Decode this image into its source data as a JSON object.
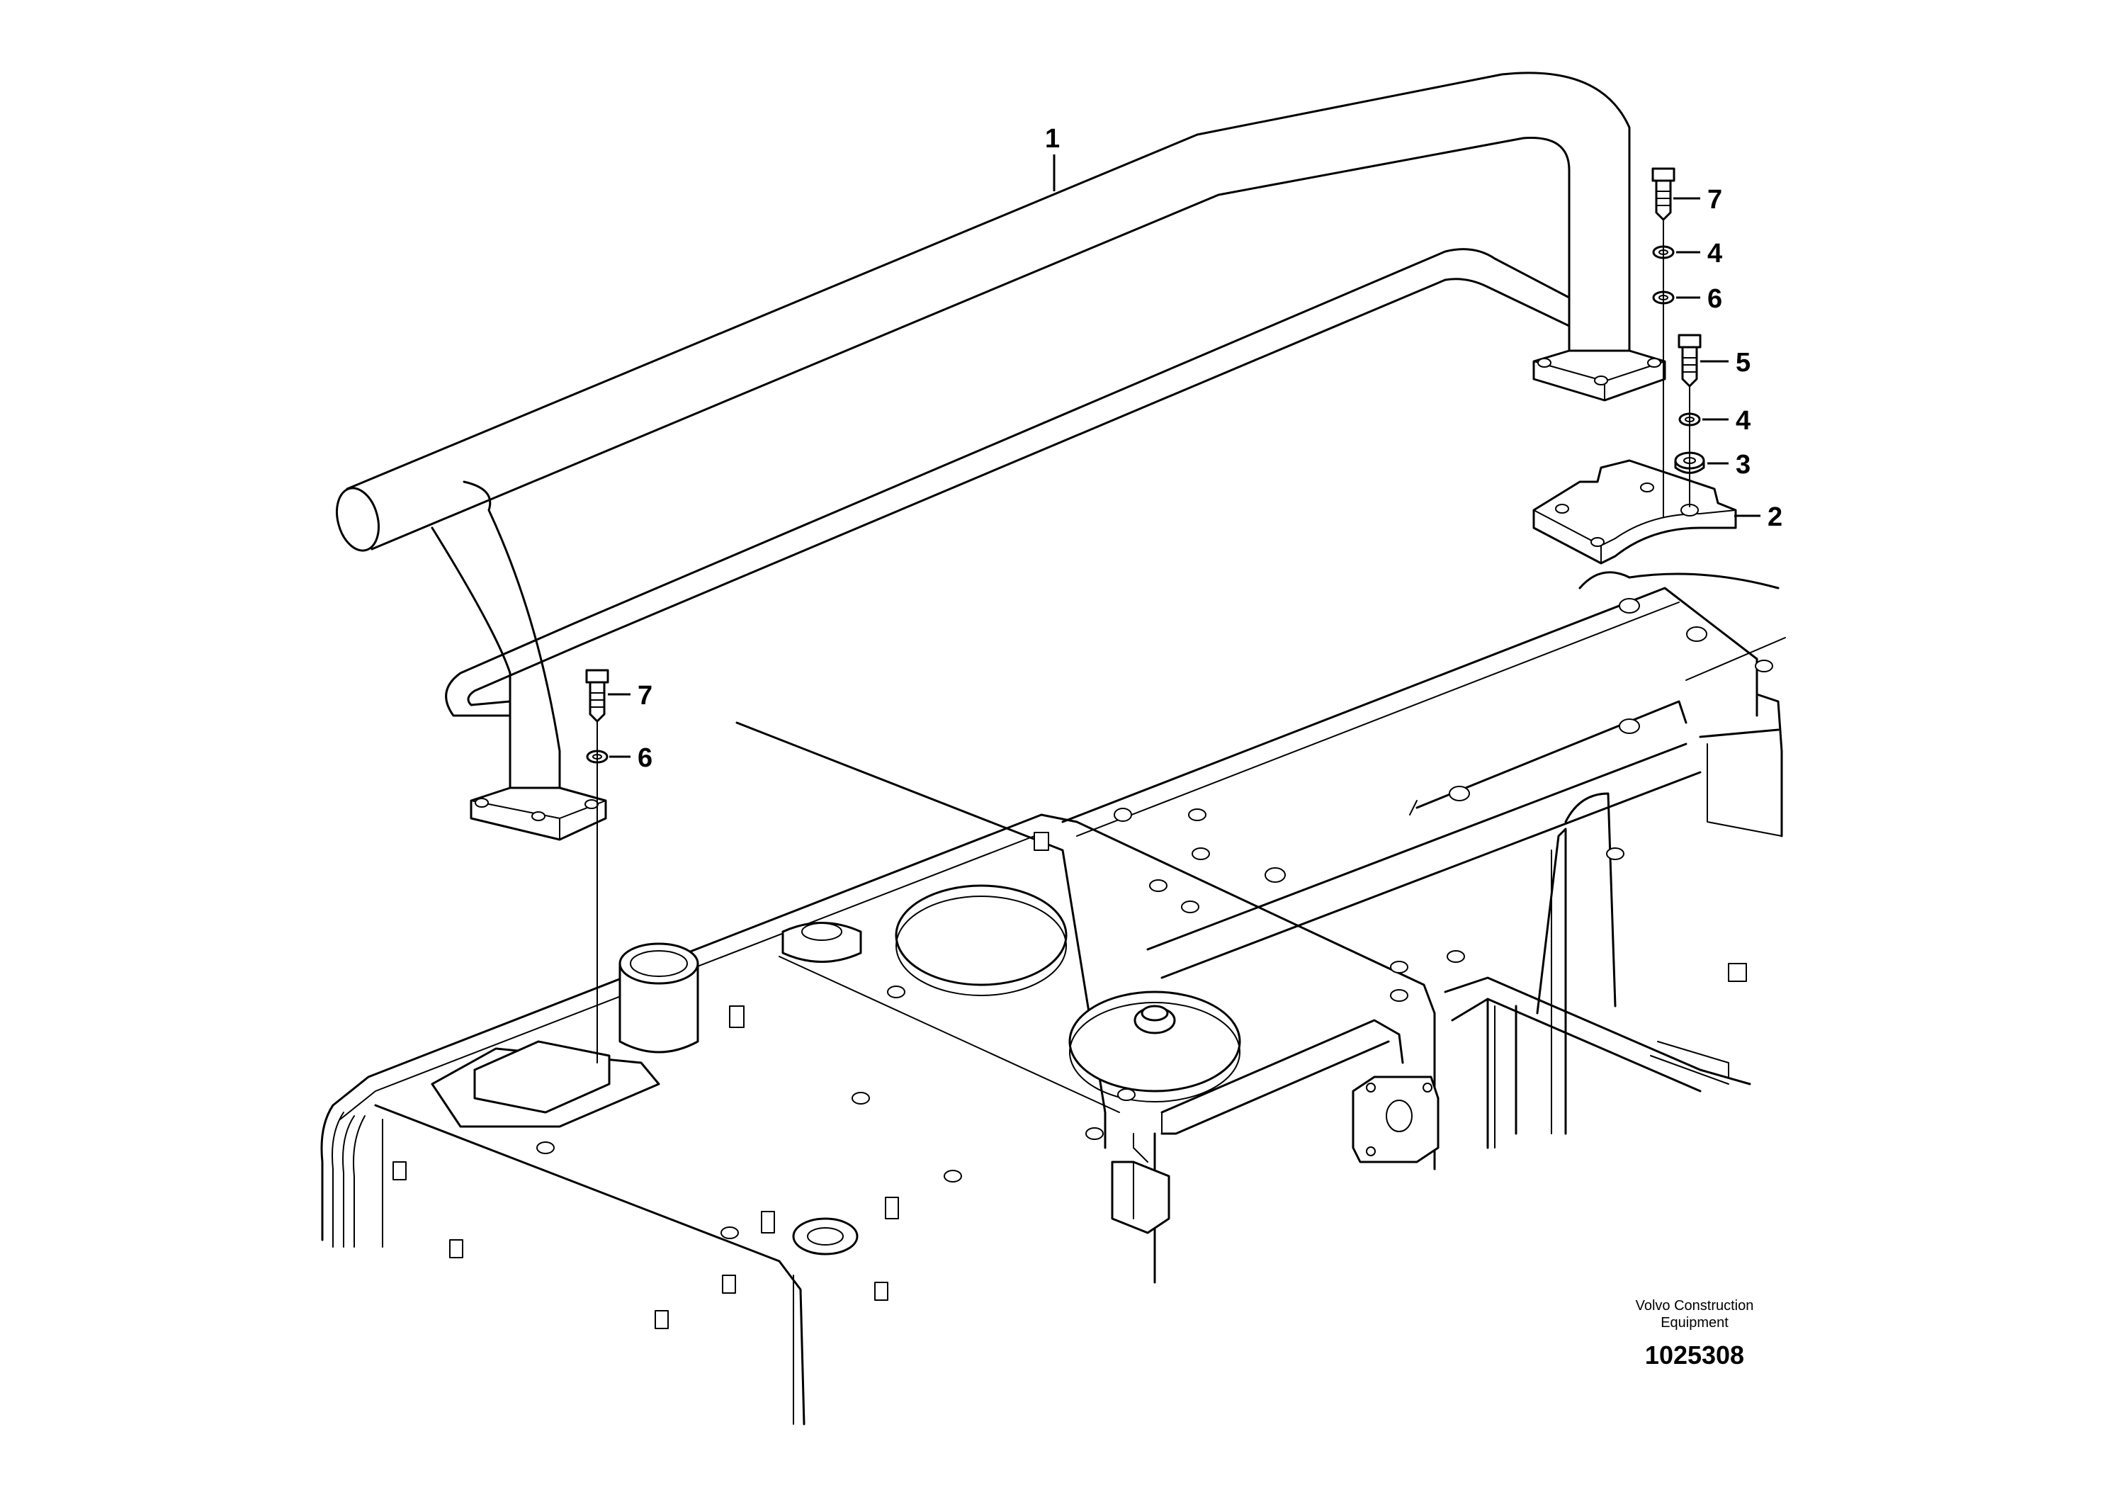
{
  "callouts": [
    {
      "id": "1",
      "label": "1"
    },
    {
      "id": "7a",
      "label": "7"
    },
    {
      "id": "4a",
      "label": "4"
    },
    {
      "id": "6a",
      "label": "6"
    },
    {
      "id": "5",
      "label": "5"
    },
    {
      "id": "4b",
      "label": "4"
    },
    {
      "id": "3",
      "label": "3"
    },
    {
      "id": "2",
      "label": "2"
    },
    {
      "id": "7b",
      "label": "7"
    },
    {
      "id": "6b",
      "label": "6"
    }
  ],
  "brand": {
    "line1": "Volvo Construction",
    "line2": "Equipment",
    "drawing_number": "1025308"
  },
  "colors": {
    "line": "#000000",
    "background": "#ffffff"
  }
}
